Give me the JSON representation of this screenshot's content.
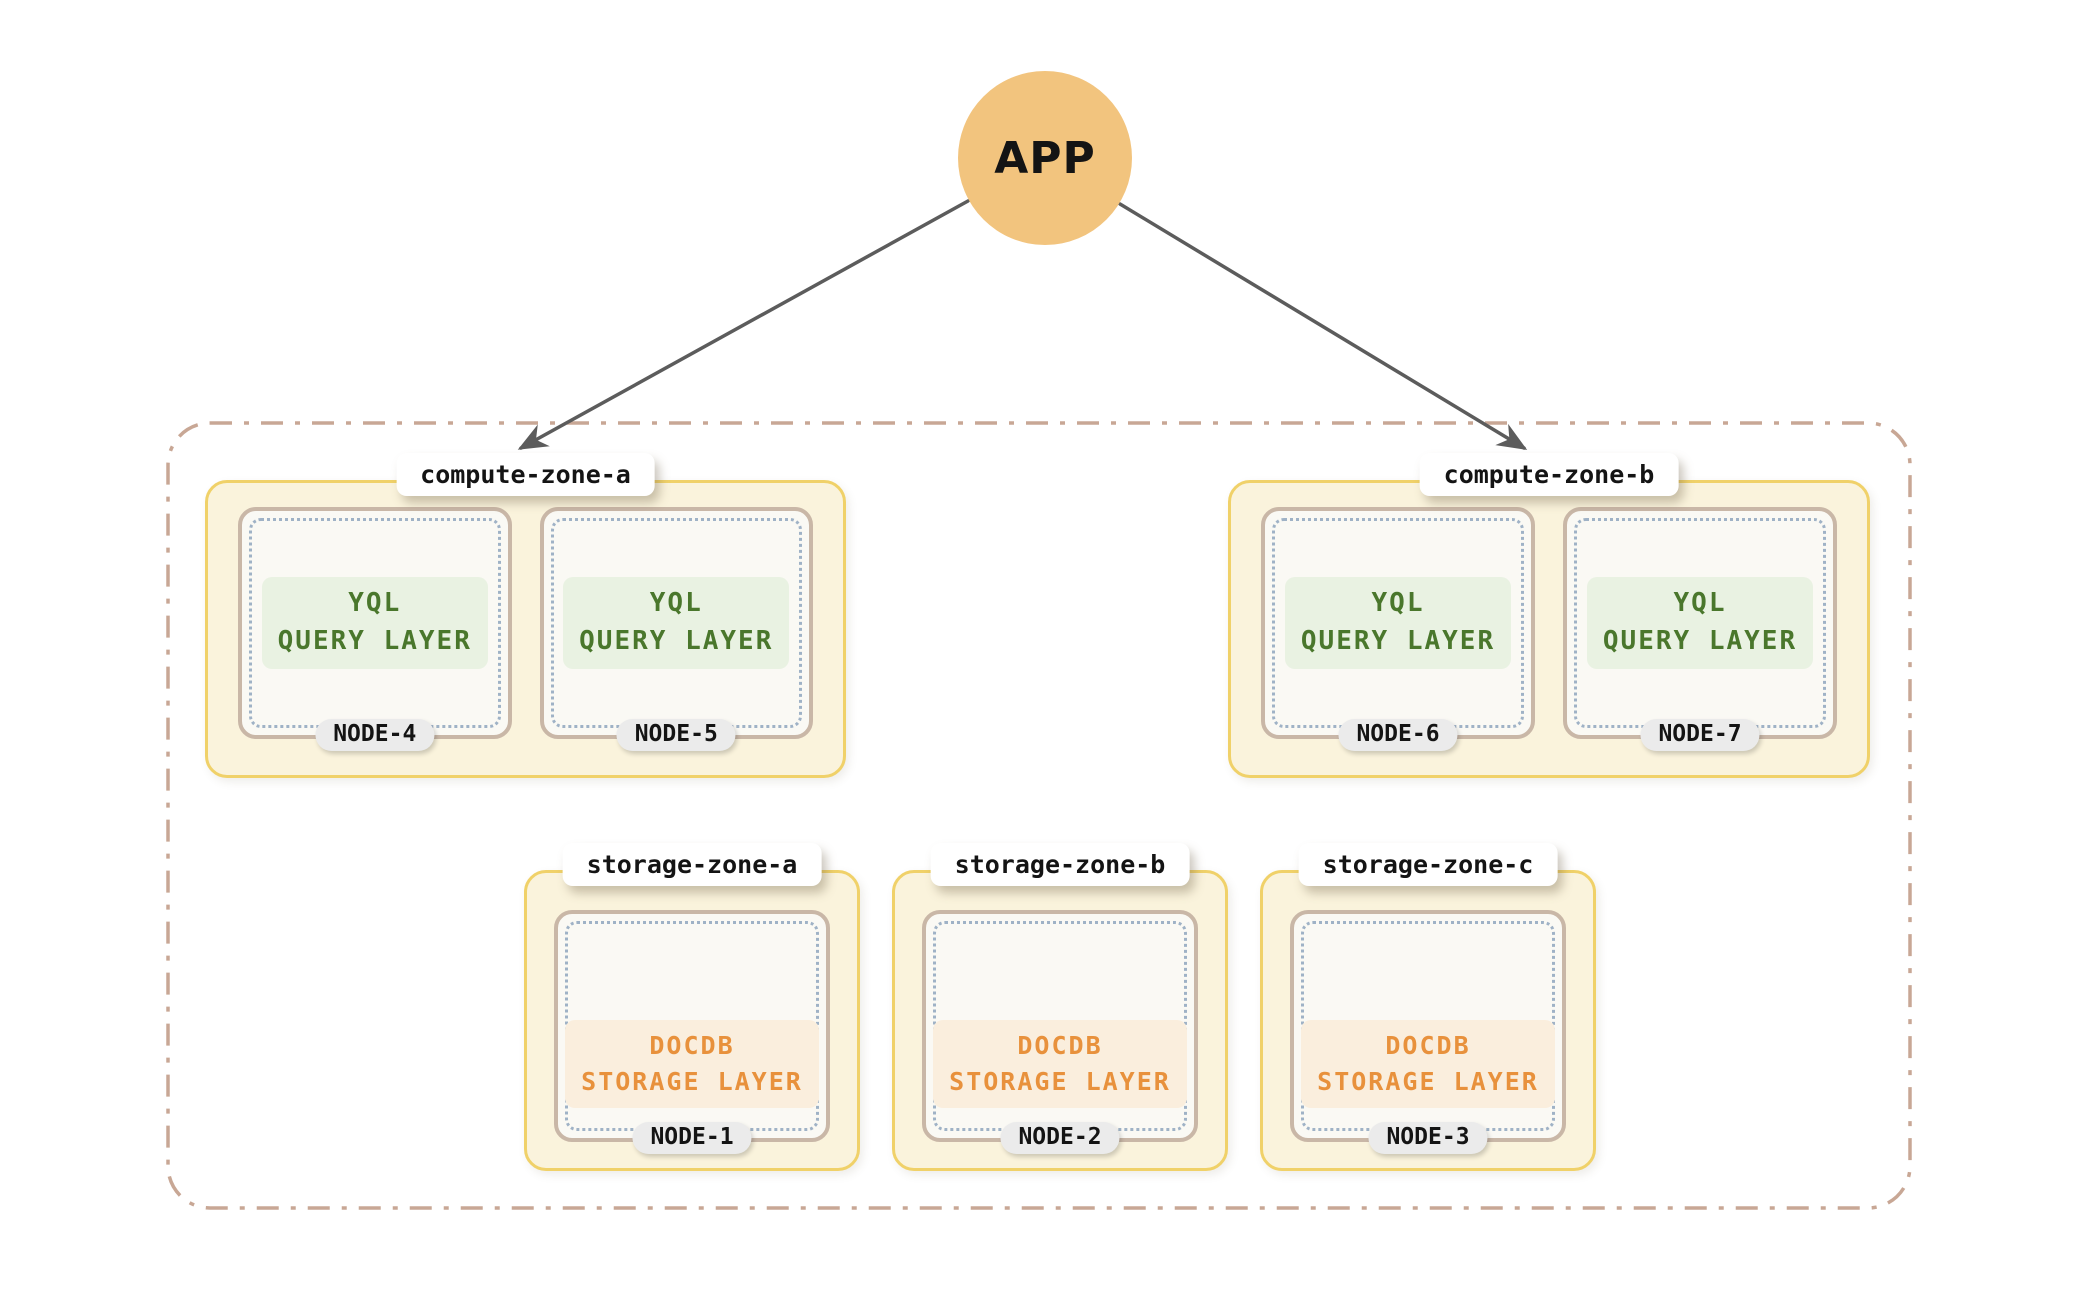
{
  "app": {
    "label": "APP"
  },
  "compute_zones": [
    {
      "label": "compute-zone-a",
      "nodes": [
        {
          "name": "NODE-4",
          "layer": [
            "YQL",
            "QUERY LAYER"
          ]
        },
        {
          "name": "NODE-5",
          "layer": [
            "YQL",
            "QUERY LAYER"
          ]
        }
      ]
    },
    {
      "label": "compute-zone-b",
      "nodes": [
        {
          "name": "NODE-6",
          "layer": [
            "YQL",
            "QUERY LAYER"
          ]
        },
        {
          "name": "NODE-7",
          "layer": [
            "YQL",
            "QUERY LAYER"
          ]
        }
      ]
    }
  ],
  "storage_zones": [
    {
      "label": "storage-zone-a",
      "nodes": [
        {
          "name": "NODE-1",
          "layer": [
            "DOCDB",
            "STORAGE LAYER"
          ]
        }
      ]
    },
    {
      "label": "storage-zone-b",
      "nodes": [
        {
          "name": "NODE-2",
          "layer": [
            "DOCDB",
            "STORAGE LAYER"
          ]
        }
      ]
    },
    {
      "label": "storage-zone-c",
      "nodes": [
        {
          "name": "NODE-3",
          "layer": [
            "DOCDB",
            "STORAGE LAYER"
          ]
        }
      ]
    }
  ],
  "colors": {
    "app_circle": "#F2C47E",
    "arrow": "#5C5C5C",
    "cluster_boundary": "#C8A795",
    "zone_fill": "#FAF3DC",
    "zone_border": "#F0D169",
    "node_fill": "#FAF9F4",
    "node_border": "#C9B7A7",
    "dotted_border": "#9FB2C6",
    "query_layer_text": "#4A772C",
    "query_layer_bg": "#E9F2E2",
    "storage_layer_text": "#E8913C",
    "storage_layer_bg": "#FAEEDD",
    "node_pill_bg": "#EBEBEB",
    "label_bg": "#FFFFFF",
    "text": "#141414"
  }
}
